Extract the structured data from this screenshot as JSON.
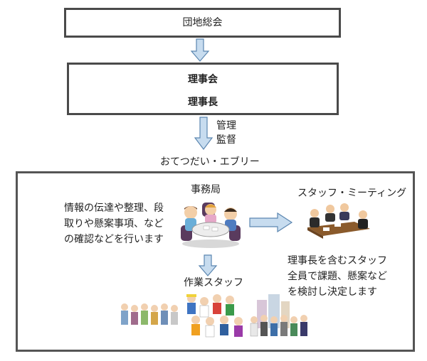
{
  "top_box": {
    "label": "団地総会"
  },
  "board_box": {
    "line1": "理事会",
    "line2": "理事長"
  },
  "oversight": {
    "line1": "管理",
    "line2": "監督"
  },
  "group_title": "おてつだい・エブリー",
  "office": {
    "title": "事務局",
    "description": [
      "情報の伝達や整理、段",
      "取りや懸案事項、など",
      "の確認などを行います"
    ]
  },
  "meeting": {
    "title": "スタッフ・ミーティング",
    "description": [
      "理事長を含むスタッフ",
      "全員で課題、懸案など",
      "を検討し決定します"
    ]
  },
  "workers": {
    "title": "作業スタッフ"
  },
  "colors": {
    "arrow_fill": "#c7dcef",
    "arrow_stroke": "#5b86b0",
    "border": "#4a4a4a"
  }
}
